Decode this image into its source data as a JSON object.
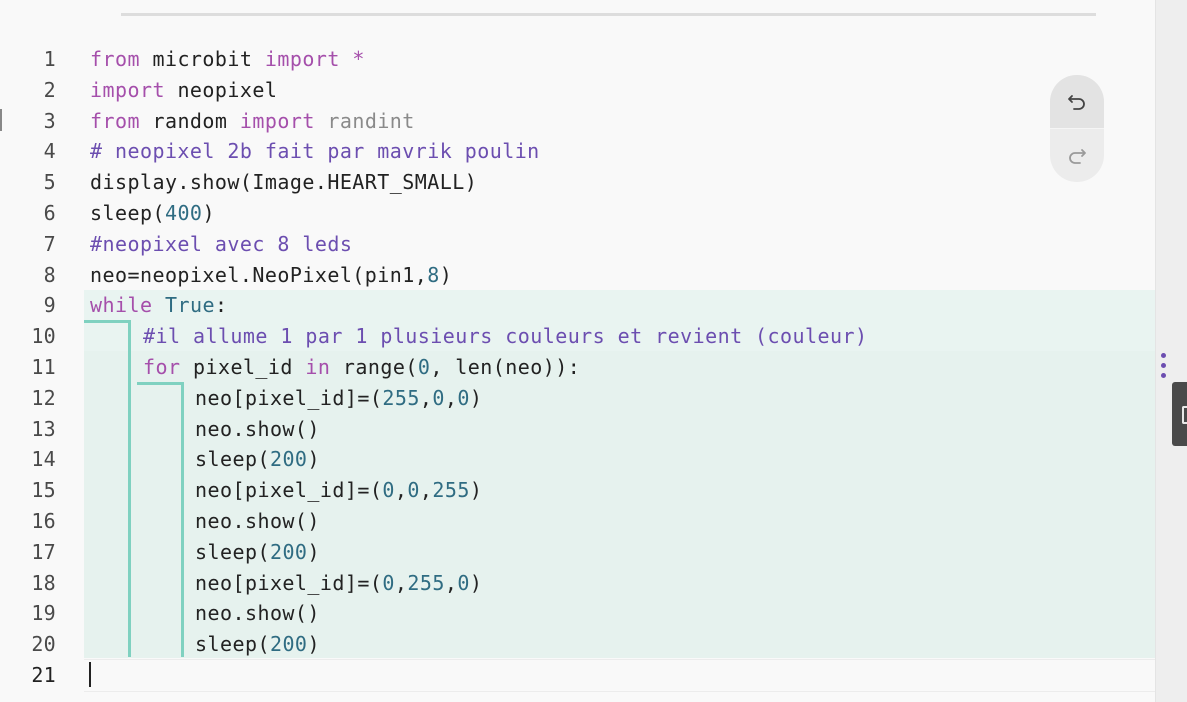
{
  "editor": {
    "lines": [
      {
        "n": "1",
        "tokens": [
          {
            "t": "from",
            "c": "kw"
          },
          {
            "t": " microbit ",
            "c": "bi"
          },
          {
            "t": "import",
            "c": "kw"
          },
          {
            "t": " *",
            "c": "kw"
          }
        ]
      },
      {
        "n": "2",
        "tokens": [
          {
            "t": "import",
            "c": "kw"
          },
          {
            "t": " neopixel",
            "c": "bi"
          }
        ]
      },
      {
        "n": "3",
        "tokens": [
          {
            "t": "from",
            "c": "kw"
          },
          {
            "t": " random ",
            "c": "bi"
          },
          {
            "t": "import",
            "c": "kw"
          },
          {
            "t": " randint",
            "c": "im"
          }
        ]
      },
      {
        "n": "4",
        "tokens": [
          {
            "t": "# neopixel 2b fait par mavrik poulin",
            "c": "cm"
          }
        ]
      },
      {
        "n": "5",
        "tokens": [
          {
            "t": "display.show(Image.HEART_SMALL)",
            "c": "bi"
          }
        ]
      },
      {
        "n": "6",
        "tokens": [
          {
            "t": "sleep(",
            "c": "bi"
          },
          {
            "t": "400",
            "c": "nm"
          },
          {
            "t": ")",
            "c": "bi"
          }
        ]
      },
      {
        "n": "7",
        "tokens": [
          {
            "t": "#neopixel avec 8 leds",
            "c": "cm"
          }
        ]
      },
      {
        "n": "8",
        "tokens": [
          {
            "t": "neo=neopixel.NeoPixel(pin1,",
            "c": "bi"
          },
          {
            "t": "8",
            "c": "nm"
          },
          {
            "t": ")",
            "c": "bi"
          }
        ]
      },
      {
        "n": "9",
        "tokens": [
          {
            "t": "while",
            "c": "kw"
          },
          {
            "t": " ",
            "c": "bi"
          },
          {
            "t": "True",
            "c": "nm"
          },
          {
            "t": ":",
            "c": "bi"
          }
        ]
      },
      {
        "n": "10",
        "tokens": [
          {
            "t": "#il allume 1 par 1 plusieurs couleurs et revient (couleur)",
            "c": "cm"
          }
        ]
      },
      {
        "n": "11",
        "tokens": [
          {
            "t": "for",
            "c": "kw"
          },
          {
            "t": " pixel_id ",
            "c": "bi"
          },
          {
            "t": "in",
            "c": "kw"
          },
          {
            "t": " range(",
            "c": "bi"
          },
          {
            "t": "0",
            "c": "nm"
          },
          {
            "t": ", len(neo)):",
            "c": "bi"
          }
        ]
      },
      {
        "n": "12",
        "tokens": [
          {
            "t": "neo[pixel_id]=(",
            "c": "bi"
          },
          {
            "t": "255",
            "c": "nm"
          },
          {
            "t": ",",
            "c": "bi"
          },
          {
            "t": "0",
            "c": "nm"
          },
          {
            "t": ",",
            "c": "bi"
          },
          {
            "t": "0",
            "c": "nm"
          },
          {
            "t": ")",
            "c": "bi"
          }
        ]
      },
      {
        "n": "13",
        "tokens": [
          {
            "t": "neo.show()",
            "c": "bi"
          }
        ]
      },
      {
        "n": "14",
        "tokens": [
          {
            "t": "sleep(",
            "c": "bi"
          },
          {
            "t": "200",
            "c": "nm"
          },
          {
            "t": ")",
            "c": "bi"
          }
        ]
      },
      {
        "n": "15",
        "tokens": [
          {
            "t": "neo[pixel_id]=(",
            "c": "bi"
          },
          {
            "t": "0",
            "c": "nm"
          },
          {
            "t": ",",
            "c": "bi"
          },
          {
            "t": "0",
            "c": "nm"
          },
          {
            "t": ",",
            "c": "bi"
          },
          {
            "t": "255",
            "c": "nm"
          },
          {
            "t": ")",
            "c": "bi"
          }
        ]
      },
      {
        "n": "16",
        "tokens": [
          {
            "t": "neo.show()",
            "c": "bi"
          }
        ]
      },
      {
        "n": "17",
        "tokens": [
          {
            "t": "sleep(",
            "c": "bi"
          },
          {
            "t": "200",
            "c": "nm"
          },
          {
            "t": ")",
            "c": "bi"
          }
        ]
      },
      {
        "n": "18",
        "tokens": [
          {
            "t": "neo[pixel_id]=(",
            "c": "bi"
          },
          {
            "t": "0",
            "c": "nm"
          },
          {
            "t": ",",
            "c": "bi"
          },
          {
            "t": "255",
            "c": "nm"
          },
          {
            "t": ",",
            "c": "bi"
          },
          {
            "t": "0",
            "c": "nm"
          },
          {
            "t": ")",
            "c": "bi"
          }
        ]
      },
      {
        "n": "19",
        "tokens": [
          {
            "t": "neo.show()",
            "c": "bi"
          }
        ]
      },
      {
        "n": "20",
        "tokens": [
          {
            "t": "sleep(",
            "c": "bi"
          },
          {
            "t": "200",
            "c": "nm"
          },
          {
            "t": ")",
            "c": "bi"
          }
        ]
      },
      {
        "n": "21",
        "tokens": []
      }
    ],
    "active_line": "21"
  },
  "icons": {
    "undo": "undo-icon",
    "redo": "redo-icon",
    "more": "more-options-icon",
    "side_panel": "side-panel-toggle-icon"
  },
  "colors": {
    "keyword": "#a54fab",
    "comment": "#6c4eb0",
    "number": "#2f6c82",
    "block_highlight": "#e9f4f1",
    "indent_guide": "#7fd1c0"
  }
}
